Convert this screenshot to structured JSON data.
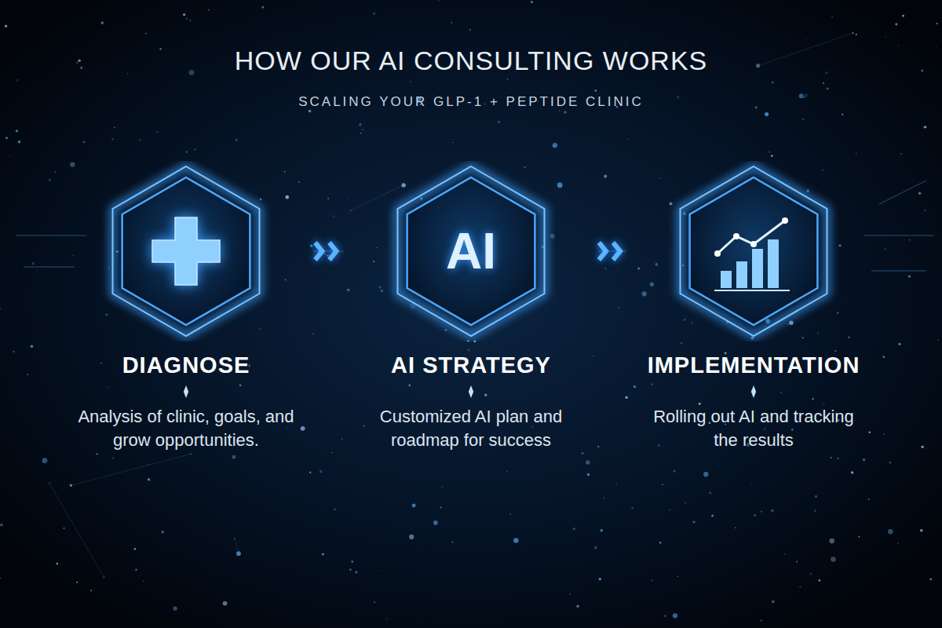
{
  "diagram": {
    "title": "HOW OUR AI CONSULTING WORKS",
    "nodes": [
      {
        "text": [
          "DIAGNOSE",
          "Analysis of clinic, goals, and grow opportunities."
        ]
      },
      {
        "text": [
          "AI",
          "AI STRATEGY",
          "Customized AI plan and roadmap for success"
        ]
      },
      {
        "text": [
          "IMPLEMENTATION",
          "Rolling out AI and tracking the results"
        ]
      }
    ],
    "edges": [
      {
        "from": 0,
        "to": 1,
        "arrow": "to"
      },
      {
        "from": 1,
        "to": 2,
        "arrow": "to"
      }
    ],
    "labels": [
      "SCALING YOUR GLP-1 + PEPTIDE CLINIC"
    ]
  }
}
